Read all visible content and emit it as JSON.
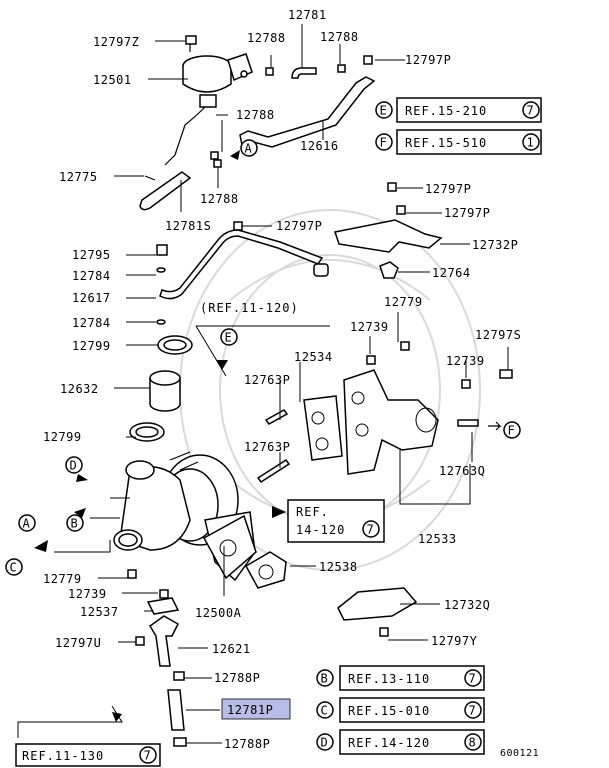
{
  "parts": {
    "p12781_top": "12781",
    "p12797Z": "12797Z",
    "p12788_a": "12788",
    "p12788_b": "12788",
    "p12797P_a": "12797P",
    "p12501": "12501",
    "p12788_c": "12788",
    "p12616": "12616",
    "p12775": "12775",
    "p12788_d": "12788",
    "p12781S": "12781S",
    "p12797P_b": "12797P",
    "p12797P_c": "12797P",
    "p12797P_d": "12797P",
    "p12732P": "12732P",
    "p12795": "12795",
    "p12784_a": "12784",
    "p12764": "12764",
    "p12617": "12617",
    "p12779_a": "12779",
    "p12784_b": "12784",
    "p12739_a": "12739",
    "p12797S": "12797S",
    "p12799_a": "12799",
    "p12534": "12534",
    "p12739_b": "12739",
    "p12632": "12632",
    "p12763P_a": "12763P",
    "p12799_b": "12799",
    "p12763P_b": "12763P",
    "p12763Q": "12763Q",
    "p12533": "12533",
    "p12779_b": "12779",
    "p12538": "12538",
    "p12739_c": "12739",
    "p12537": "12537",
    "p12500A": "12500A",
    "p12732Q": "12732Q",
    "p12797U": "12797U",
    "p12621": "12621",
    "p12797Y": "12797Y",
    "p12788P_a": "12788P",
    "p12781P": "12781P",
    "p12788P_b": "12788P"
  },
  "refs": {
    "e_letter": "E",
    "e_text": "REF.15-210",
    "e_num": "7",
    "f_letter": "F",
    "f_text": "REF.15-510",
    "f_num": "1",
    "ref_11_120": "(REF.11-120)",
    "ref_14_120_line1": "REF.",
    "ref_14_120_line2": "14-120",
    "ref_14_120_num": "7",
    "b_letter": "B",
    "b_text": "REF.13-110",
    "b_num": "7",
    "c_letter": "C",
    "c_text": "REF.15-010",
    "c_num": "7",
    "d_letter": "D",
    "d_text": "REF.14-120",
    "d_num": "8",
    "bottom_text": "REF.11-130",
    "bottom_num": "7"
  },
  "markers": {
    "A": "A",
    "B": "B",
    "C": "C",
    "D": "D",
    "E": "E",
    "F": "F"
  },
  "diagram_id": "600121",
  "highlight_color": "#b8bce8"
}
